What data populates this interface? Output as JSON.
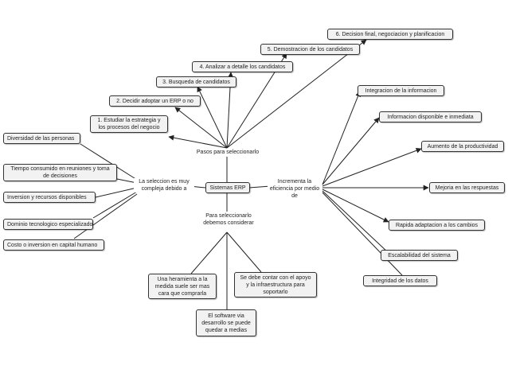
{
  "central": "Sistemas ERP",
  "branches": {
    "steps": {
      "label": "Pasos para seleccionarlo",
      "items": [
        "1. Estudiar la estrategia y los procesos del negocio",
        "2. Decidir adoptar un ERP o no",
        "3. Busqueda de candidatos",
        "4. Analizar a detalle los candidatos",
        "5. Demostracion de los candidatos",
        "6. Decision final, negociacion y planificacion"
      ]
    },
    "complexity": {
      "label": "La seleccion es muy compleja debido a",
      "items": [
        "Diversidad de las personas",
        "Tiempo consumido en reuniones y toma de decisiones",
        "Inversion y recursos disponibles",
        "Dominio tecnologico especializado",
        "Costo o inversion en capital humano"
      ]
    },
    "efficiency": {
      "label": "Incrementa la eficiencia por medio de",
      "items": [
        "Integracion de la informacion",
        "Informacion disponible e inmediata",
        "Aumento de la productividad",
        "Mejoria en las respuestas",
        "Rapida adaptacion a los cambios",
        "Escalabilidad del sistema",
        "Integridad de los datos"
      ]
    },
    "consider": {
      "label": "Para seleccionarlo debemos considerar",
      "items": [
        "Una heramienta a la medida suele ser mas cara que comprarla",
        "El software via desarrollo se puede quedar a medias",
        "Se debe contar con el apoyo y la infraestructura para soportarlo"
      ]
    }
  }
}
